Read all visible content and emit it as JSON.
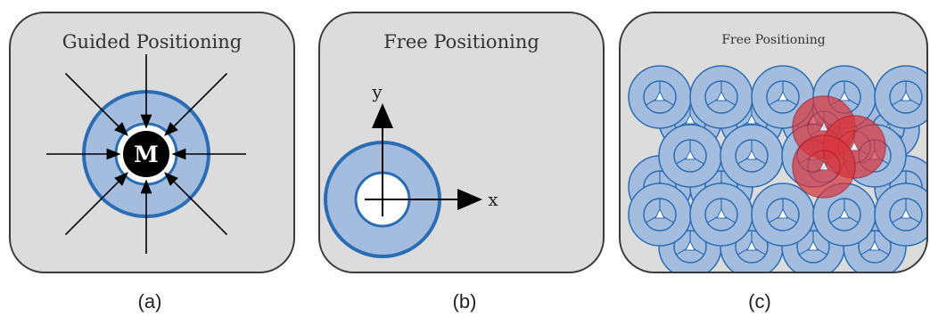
{
  "panels": [
    {
      "title": "Guided Positioning",
      "module_label": "M",
      "caption": "(a)"
    },
    {
      "title": "Free Positioning",
      "x_label": "x",
      "y_label": "y",
      "caption": "(b)"
    },
    {
      "title": "Free Positioning",
      "caption": "(c)"
    }
  ],
  "colors": {
    "panel_bg": "#dcdcdc",
    "ring_fill": "#a4bddf",
    "ring_stroke": "#2a6db5",
    "highlight": "#d9363e"
  }
}
